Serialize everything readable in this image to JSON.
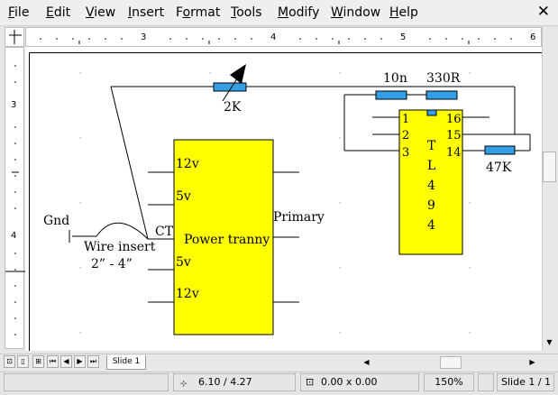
{
  "menu": {
    "items": [
      {
        "label": "File",
        "ul": "F"
      },
      {
        "label": "Edit",
        "ul": "E"
      },
      {
        "label": "View",
        "ul": "V"
      },
      {
        "label": "Insert",
        "ul": "I"
      },
      {
        "label": "Format",
        "ul": "o"
      },
      {
        "label": "Tools",
        "ul": "T"
      },
      {
        "label": "Modify",
        "ul": "M"
      },
      {
        "label": "Window",
        "ul": "W"
      },
      {
        "label": "Help",
        "ul": "H"
      }
    ],
    "close_glyph": "✕"
  },
  "ruler": {
    "h_numbers": [
      "3",
      "4",
      "5",
      "6"
    ],
    "v_numbers": [
      "3",
      "4"
    ]
  },
  "schematic": {
    "pot_label": "2K",
    "cap_label": "10n",
    "res_label": "330R",
    "res2_label": "47K",
    "gnd_label": "Gnd",
    "wire_label_1": "Wire insert",
    "wire_label_2": "2” - 4”",
    "ct_label": "CT",
    "primary_label": "Primary",
    "transformer_label": "Power tranny",
    "tap_12v_top": "12v",
    "tap_5v_top": "5v",
    "tap_5v_bottom": "5v",
    "tap_12v_bottom": "12v",
    "ic_letters": [
      "T",
      "L",
      "4",
      "9",
      "4"
    ],
    "ic_pins_left": [
      "1",
      "2",
      "3"
    ],
    "ic_pins_right": [
      "16",
      "15",
      "14"
    ]
  },
  "tabs": {
    "slide_tab": "Slide 1"
  },
  "status": {
    "position": "6.10 / 4.27",
    "size": "0.00 x 0.00",
    "zoom": "150%",
    "page": "Slide 1 / 1"
  },
  "colors": {
    "component_fill": "#ffff00",
    "resistor_fill": "#33a0e6"
  }
}
